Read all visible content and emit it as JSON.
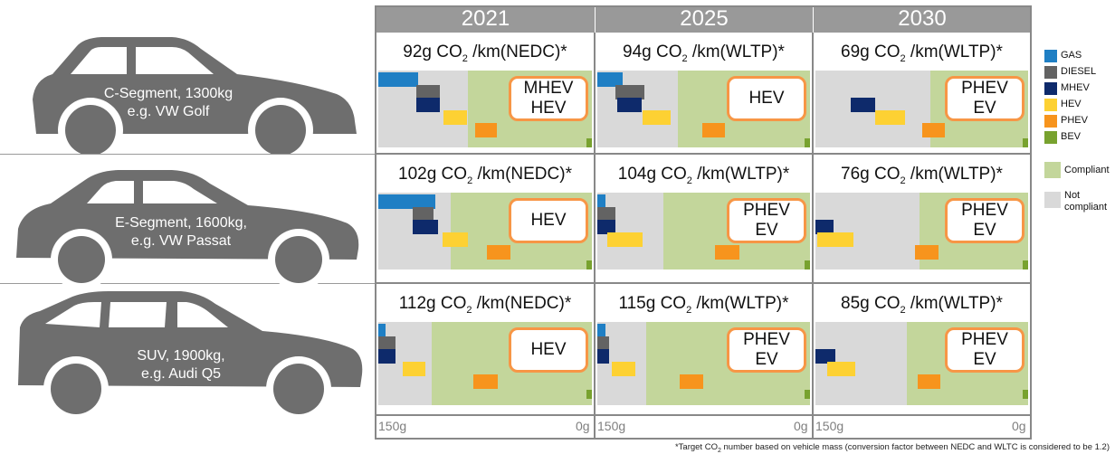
{
  "years": [
    "2021",
    "2025",
    "2030"
  ],
  "segments": [
    {
      "label_line1": "C-Segment, 1300kg",
      "label_line2": "e.g. VW Golf"
    },
    {
      "label_line1": "E-Segment, 1600kg,",
      "label_line2": "e.g. VW Passat"
    },
    {
      "label_line1": "SUV, 1900kg,",
      "label_line2": "e.g. Audi Q5"
    }
  ],
  "cells": [
    [
      {
        "prefix": "92g CO",
        "sub": "2",
        "suffix": " /km(NEDC)*",
        "rec": [
          "MHEV",
          "HEV"
        ],
        "compliant_pct": 58
      },
      {
        "prefix": "94g CO",
        "sub": "2",
        "suffix": " /km(WLTP)*",
        "rec": [
          "HEV"
        ],
        "compliant_pct": 62
      },
      {
        "prefix": "69g CO",
        "sub": "2",
        "suffix": " /km(WLTP)*",
        "rec": [
          "PHEV",
          "EV"
        ],
        "compliant_pct": 46
      }
    ],
    [
      {
        "prefix": "102g CO",
        "sub": "2",
        "suffix": " /km(NEDC)*",
        "rec": [
          "HEV"
        ],
        "compliant_pct": 66
      },
      {
        "prefix": "104g CO",
        "sub": "2",
        "suffix": " /km(WLTP)*",
        "rec": [
          "PHEV",
          "EV"
        ],
        "compliant_pct": 69
      },
      {
        "prefix": "76g CO",
        "sub": "2",
        "suffix": " /km(WLTP)*",
        "rec": [
          "PHEV",
          "EV"
        ],
        "compliant_pct": 51
      }
    ],
    [
      {
        "prefix": "112g CO",
        "sub": "2",
        "suffix": " /km(NEDC)*",
        "rec": [
          "HEV"
        ],
        "compliant_pct": 75
      },
      {
        "prefix": "115g CO",
        "sub": "2",
        "suffix": " /km(WLTP)*",
        "rec": [
          "PHEV",
          "EV"
        ],
        "compliant_pct": 77
      },
      {
        "prefix": "85g CO",
        "sub": "2",
        "suffix": " /km(WLTP)*",
        "rec": [
          "PHEV",
          "EV"
        ],
        "compliant_pct": 57
      }
    ]
  ],
  "bar_rows": [
    [
      [
        {
          "type": "GAS",
          "start": 150,
          "end": 122
        },
        {
          "type": "DIESEL",
          "start": 123,
          "end": 107
        },
        {
          "type": "MHEV",
          "start": 123,
          "end": 107
        },
        {
          "type": "HEV",
          "start": 104,
          "end": 88
        },
        {
          "type": "PHEV",
          "start": 82,
          "end": 67
        },
        {
          "type": "BEV",
          "start": 4,
          "end": 0
        }
      ],
      [
        {
          "type": "GAS",
          "start": 150,
          "end": 132
        },
        {
          "type": "DIESEL",
          "start": 137,
          "end": 117
        },
        {
          "type": "MHEV",
          "start": 136,
          "end": 119
        },
        {
          "type": "HEV",
          "start": 118,
          "end": 98
        },
        {
          "type": "PHEV",
          "start": 76,
          "end": 60
        },
        {
          "type": "BEV",
          "start": 4,
          "end": 0
        }
      ],
      [
        {
          "type": "MHEV",
          "start": 125,
          "end": 108
        },
        {
          "type": "HEV",
          "start": 108,
          "end": 87
        },
        {
          "type": "PHEV",
          "start": 75,
          "end": 59
        },
        {
          "type": "BEV",
          "start": 4,
          "end": 0
        }
      ]
    ],
    [
      [
        {
          "type": "GAS",
          "start": 150,
          "end": 110
        },
        {
          "type": "DIESEL",
          "start": 126,
          "end": 111
        },
        {
          "type": "MHEV",
          "start": 126,
          "end": 108
        },
        {
          "type": "HEV",
          "start": 105,
          "end": 87
        },
        {
          "type": "PHEV",
          "start": 74,
          "end": 57
        },
        {
          "type": "BEV",
          "start": 4,
          "end": 0
        }
      ],
      [
        {
          "type": "GAS",
          "start": 150,
          "end": 144
        },
        {
          "type": "DIESEL",
          "start": 150,
          "end": 137
        },
        {
          "type": "MHEV",
          "start": 150,
          "end": 137
        },
        {
          "type": "HEV",
          "start": 143,
          "end": 118
        },
        {
          "type": "PHEV",
          "start": 67,
          "end": 50
        },
        {
          "type": "BEV",
          "start": 4,
          "end": 0
        }
      ],
      [
        {
          "type": "MHEV",
          "start": 150,
          "end": 137
        },
        {
          "type": "HEV",
          "start": 149,
          "end": 123
        },
        {
          "type": "PHEV",
          "start": 80,
          "end": 63
        },
        {
          "type": "BEV",
          "start": 4,
          "end": 0
        }
      ]
    ],
    [
      [
        {
          "type": "GAS",
          "start": 150,
          "end": 145
        },
        {
          "type": "DIESEL",
          "start": 150,
          "end": 138
        },
        {
          "type": "MHEV",
          "start": 150,
          "end": 138
        },
        {
          "type": "HEV",
          "start": 133,
          "end": 117
        },
        {
          "type": "PHEV",
          "start": 83,
          "end": 66
        },
        {
          "type": "BEV",
          "start": 4,
          "end": 0
        }
      ],
      [
        {
          "type": "GAS",
          "start": 150,
          "end": 144
        },
        {
          "type": "DIESEL",
          "start": 150,
          "end": 142
        },
        {
          "type": "MHEV",
          "start": 150,
          "end": 142
        },
        {
          "type": "HEV",
          "start": 140,
          "end": 123
        },
        {
          "type": "PHEV",
          "start": 92,
          "end": 75
        },
        {
          "type": "BEV",
          "start": 4,
          "end": 0
        }
      ],
      [
        {
          "type": "MHEV",
          "start": 150,
          "end": 136
        },
        {
          "type": "HEV",
          "start": 142,
          "end": 122
        },
        {
          "type": "PHEV",
          "start": 78,
          "end": 62
        },
        {
          "type": "BEV",
          "start": 4,
          "end": 0
        }
      ]
    ]
  ],
  "bar_levels": {
    "GAS": 0,
    "DIESEL": 1,
    "MHEV": 2,
    "HEV": 3,
    "PHEV": 4,
    "BEV": 5
  },
  "colors": {
    "GAS": "#1f7fc4",
    "DIESEL": "#636363",
    "MHEV": "#0e2a6b",
    "HEV": "#fdd133",
    "PHEV": "#f7941d",
    "BEV": "#78a22f",
    "compliant": "#c3d69b",
    "not_compliant": "#d9d9d9",
    "rec_border": "#f79646",
    "car": "#6e6e6e"
  },
  "axis": {
    "min_label": "150g",
    "max_label": "0g",
    "min": 0,
    "max": 150
  },
  "legend": [
    {
      "key": "GAS",
      "label": "GAS"
    },
    {
      "key": "DIESEL",
      "label": "DIESEL"
    },
    {
      "key": "MHEV",
      "label": "MHEV"
    },
    {
      "key": "HEV",
      "label": "HEV"
    },
    {
      "key": "PHEV",
      "label": "PHEV"
    },
    {
      "key": "BEV",
      "label": "BEV"
    },
    {
      "key": "compliant",
      "label": "Compliant"
    },
    {
      "key": "not_compliant",
      "label_line1": "Not",
      "label_line2": "compliant"
    }
  ],
  "footnote": {
    "prefix": "*Target CO",
    "sub": "2",
    "suffix": " number based on vehicle mass (conversion factor between NEDC and WLTC is considered to be 1.2)"
  }
}
